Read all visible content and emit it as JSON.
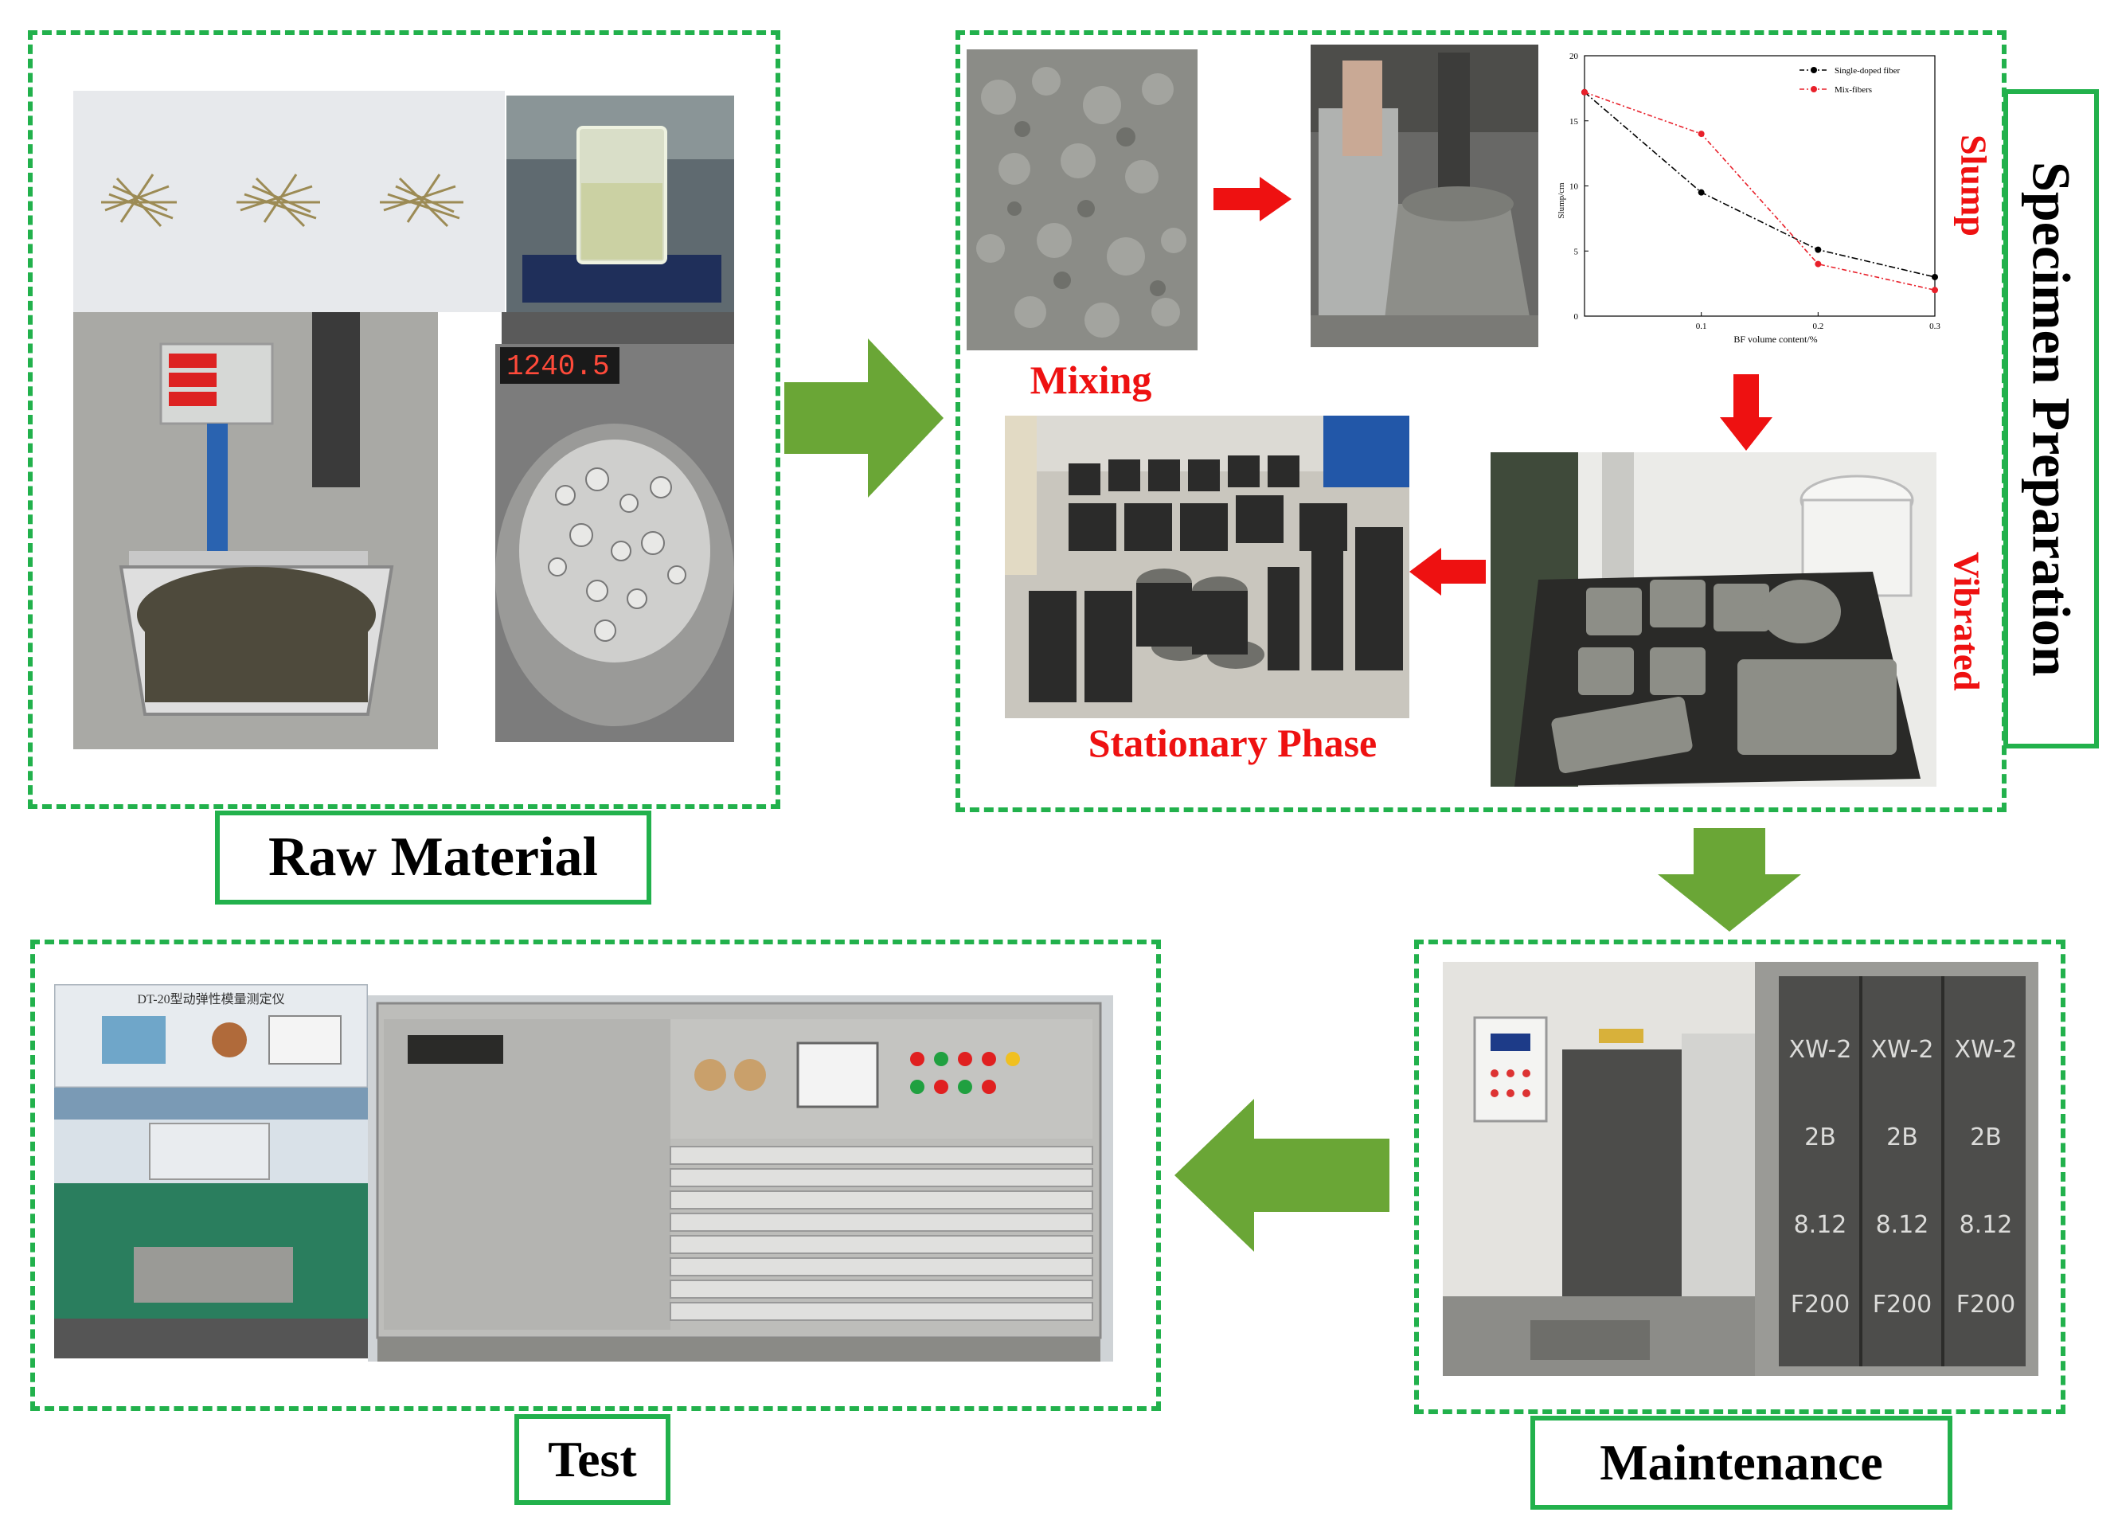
{
  "labels": {
    "raw_material": "Raw Material",
    "specimen_preparation": "Specimen Preparation",
    "maintenance": "Maintenance",
    "test": "Test"
  },
  "steps": {
    "mixing": "Mixing",
    "slump": "Slump",
    "vibrated": "Vibrated",
    "stationary_phase": "Stationary Phase"
  },
  "photo_text": {
    "scale_display": "1240.5",
    "instrument_title": "DT-20型动弹性模量测定仪",
    "specimen_marks": [
      "XW-2",
      "XW-2",
      "XW-2"
    ],
    "specimen_row2": [
      "2B",
      "2B",
      "2B"
    ],
    "specimen_row3": [
      "8.12",
      "8.12",
      "8.12"
    ],
    "specimen_row4": [
      "F200",
      "F200",
      "F200"
    ]
  },
  "colors": {
    "panel_border": "#22b14c",
    "flow_arrow": "#6aa636",
    "step_arrow": "#ee1111",
    "step_label": "#ee1111"
  },
  "chart_data": {
    "type": "line",
    "xlabel": "BF volume content/%",
    "ylabel": "Slump/cm",
    "x": [
      0,
      0.1,
      0.2,
      0.3
    ],
    "xticks": [
      "0.1",
      "0.2",
      "0.3"
    ],
    "yticks": [
      "0",
      "5",
      "10",
      "15",
      "20"
    ],
    "xlim": [
      0,
      0.3
    ],
    "ylim": [
      0,
      20
    ],
    "legend_position": "top-right",
    "series": [
      {
        "name": "Single-doped fiber",
        "values": [
          17.2,
          9.5,
          5.1,
          3.0
        ],
        "color": "#000000"
      },
      {
        "name": "Mix-fibers",
        "values": [
          17.2,
          14.0,
          4.0,
          2.0
        ],
        "color": "#e8202a"
      }
    ]
  }
}
